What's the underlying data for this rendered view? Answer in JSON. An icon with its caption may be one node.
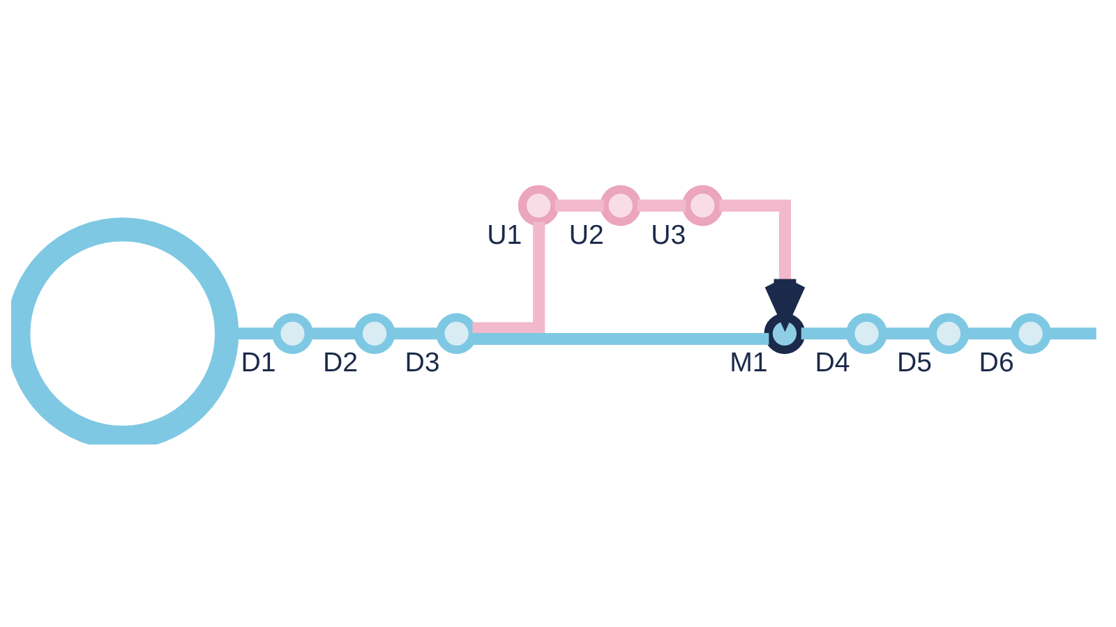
{
  "diagram": {
    "nodes": [
      {
        "text": [],
        "shape": "circle"
      },
      {
        "text": [
          "D1"
        ]
      },
      {
        "text": [
          "D2"
        ]
      },
      {
        "text": [
          "D3"
        ]
      },
      {
        "text": [
          "U1"
        ]
      },
      {
        "text": [
          "U2"
        ]
      },
      {
        "text": [
          "U3"
        ]
      },
      {
        "text": [
          "M1"
        ]
      },
      {
        "text": [
          "D4"
        ]
      },
      {
        "text": [
          "D5"
        ]
      },
      {
        "text": [
          "D6"
        ]
      }
    ],
    "edges": [
      {
        "from": 0,
        "to": 1,
        "arrow": "none"
      },
      {
        "from": 1,
        "to": 2,
        "arrow": "none"
      },
      {
        "from": 2,
        "to": 3,
        "arrow": "none"
      },
      {
        "from": 3,
        "to": 4,
        "arrow": "none",
        "color": "#f2b8cb"
      },
      {
        "from": 4,
        "to": 5,
        "arrow": "none",
        "color": "#f2b8cb"
      },
      {
        "from": 5,
        "to": 6,
        "arrow": "none",
        "color": "#f2b8cb"
      },
      {
        "from": 6,
        "to": 7,
        "arrow": "to",
        "color": "#f2b8cb"
      },
      {
        "from": 3,
        "to": 7,
        "arrow": "none"
      },
      {
        "from": 7,
        "to": 8,
        "arrow": "none"
      },
      {
        "from": 8,
        "to": 9,
        "arrow": "none"
      },
      {
        "from": 9,
        "to": 10,
        "arrow": "none"
      },
      {
        "from": 10,
        "to": null,
        "arrow": "none"
      }
    ]
  }
}
